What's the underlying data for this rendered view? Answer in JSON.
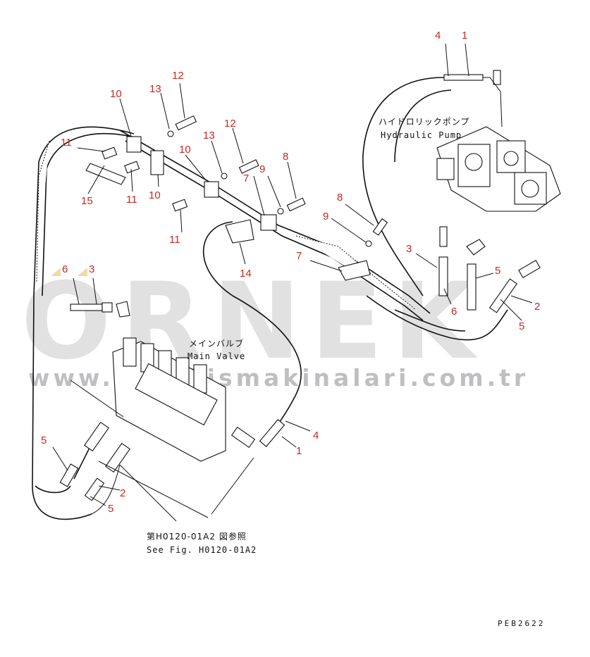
{
  "watermark": {
    "brand": "ORNEK",
    "url": "www.ornekismakinalari.com.tr"
  },
  "labels": {
    "hydraulic_pump_jp": "ハイドロリックポンプ",
    "hydraulic_pump_en": "Hydraulic Pump",
    "main_valve_jp": "メインバルブ",
    "main_valve_en": "Main Valve",
    "see_fig_jp": "第H0120-01A2 図参照",
    "see_fig_en": "See Fig. H0120-01A2",
    "drawing_code": "PEB2622"
  },
  "callouts": {
    "c_4_top": "4",
    "c_1_top": "1",
    "c_12_a": "12",
    "c_13_a": "13",
    "c_10_a": "10",
    "c_11_a": "11",
    "c_13_b": "13",
    "c_12_b": "12",
    "c_10_b": "10",
    "c_7_a": "7",
    "c_9_a": "9",
    "c_8_a": "8",
    "c_15": "15",
    "c_11_b": "11",
    "c_10_c": "10",
    "c_11_c": "11",
    "c_8_b": "8",
    "c_9_b": "9",
    "c_14": "14",
    "c_7_b": "7",
    "c_3_right": "3",
    "c_6_right": "6",
    "c_5_right": "5",
    "c_2_right": "2",
    "c_5_right_b": "5",
    "c_6_left": "6",
    "c_3_left": "3",
    "c_4_mid": "4",
    "c_1_mid": "1",
    "c_5_left": "5",
    "c_2_left": "2",
    "c_5_left_b": "5"
  }
}
